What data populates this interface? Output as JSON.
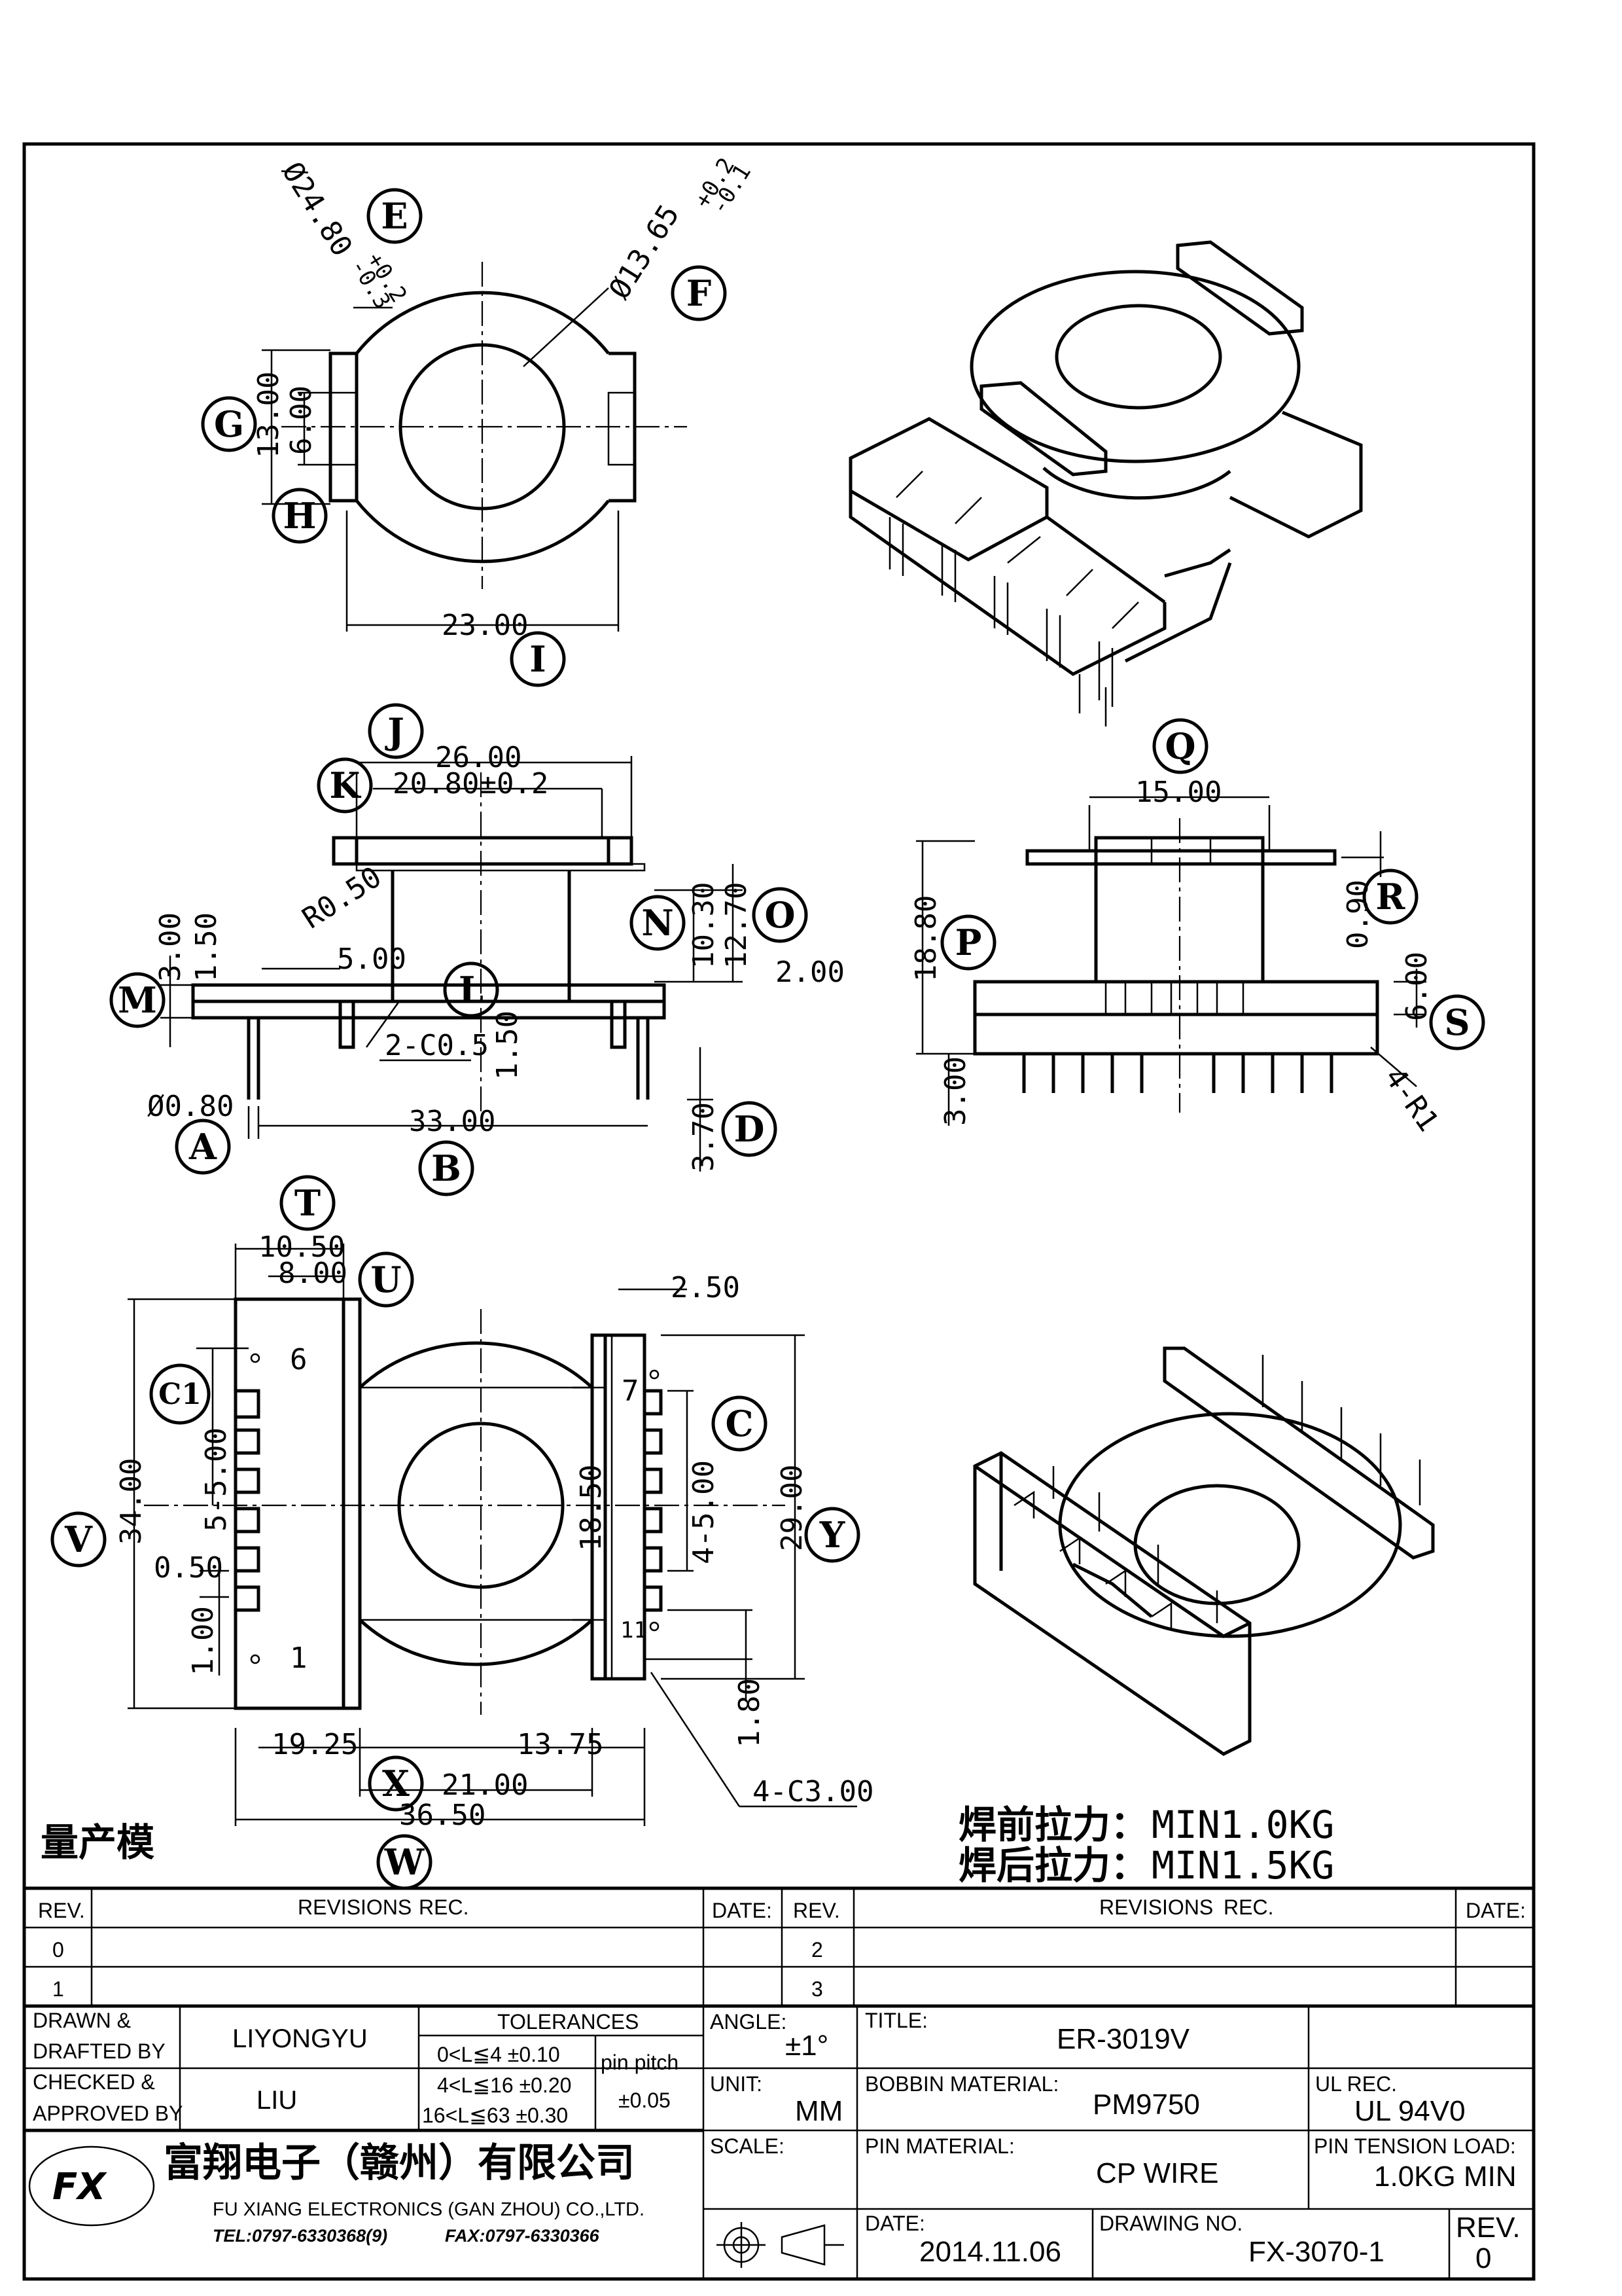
{
  "views": {
    "top": {
      "dims": [
        "Ø24.80",
        "+0.2",
        "-0.3",
        "Ø13.65",
        "+0.2",
        "-0.1",
        "13.00",
        "6.00",
        "23.00"
      ],
      "bubbles": [
        "E",
        "F",
        "G",
        "H",
        "I"
      ]
    },
    "front": {
      "dims": [
        "26.00",
        "20.80±0.2",
        "R0.50",
        "10.30",
        "12.70",
        "3.00",
        "1.50",
        "5.00",
        "2.00",
        "2-C0.5",
        "1.50",
        "Ø0.80",
        "33.00",
        "3.70"
      ],
      "bubbles": [
        "J",
        "K",
        "N",
        "O",
        "M",
        "L",
        "A",
        "B",
        "D"
      ]
    },
    "side": {
      "dims": [
        "15.00",
        "18.80",
        "0.90",
        "6.00",
        "3.00",
        "4-R1"
      ],
      "bubbles": [
        "Q",
        "P",
        "R",
        "S"
      ]
    },
    "bottom": {
      "dims": [
        "10.50",
        "8.00",
        "2.50",
        "34.00",
        "5-5.00",
        "0.50",
        "1.00",
        "18.50",
        "4-5.00",
        "29.00",
        "1.80",
        "19.25",
        "13.75",
        "21.00",
        "36.50",
        "4-C3.00"
      ],
      "pins": [
        "6",
        "1",
        "7",
        "11"
      ],
      "bubbles": [
        "T",
        "U",
        "C1",
        "C",
        "V",
        "Y",
        "X",
        "W"
      ]
    }
  },
  "notes": {
    "mass_production": "量产模",
    "pull_before_label": "焊前拉力：",
    "pull_before_value": "MIN1.0KG",
    "pull_after_label": "焊后拉力：",
    "pull_after_value": "MIN1.5KG"
  },
  "title_block": {
    "rev_header": "REV.",
    "revisions_header": "REVISIONS",
    "rec_header": "REC.",
    "date_header": "DATE:",
    "rev_rows": [
      "0",
      "1",
      "2",
      "3"
    ],
    "drawn_label_1": "DRAWN &",
    "drawn_label_2": "DRAFTED BY",
    "drawn_by": "LIYONGYU",
    "checked_label_1": "CHECKED &",
    "checked_label_2": "APPROVED BY",
    "checked_by": "LIU",
    "tolerances_header": "TOLERANCES",
    "tol_rows": [
      "0<L≦4   ±0.10",
      "4<L≦16  ±0.20",
      "16<L≦63  ±0.30"
    ],
    "pin_pitch_label": "pin pitch",
    "pin_pitch_value": "±0.05",
    "angle_label": "ANGLE:",
    "angle_value": "±1°",
    "unit_label": "UNIT:",
    "unit_value": "MM",
    "scale_label": "SCALE:",
    "title_label": "TITLE:",
    "title_value": "ER-3019V",
    "bobbin_material_label": "BOBBIN MATERIAL:",
    "bobbin_material_value": "PM9750",
    "ul_rec_label": "UL REC.",
    "ul_rec_value": "UL 94V0",
    "pin_material_label": "PIN MATERIAL:",
    "pin_material_value": "CP WIRE",
    "pin_tension_label": "PIN TENSION LOAD:",
    "pin_tension_value": "1.0KG MIN",
    "date_label": "DATE:",
    "date_value": "2014.11.06",
    "drawing_no_label": "DRAWING NO.",
    "drawing_no_value": "FX-3070-1",
    "rev_label": "REV.",
    "rev_value": "0",
    "company_cn": "富翔电子（赣州）有限公司",
    "company_en": "FU XIANG ELECTRONICS (GAN ZHOU) CO.,LTD.",
    "tel": "TEL:0797-6330368(9)",
    "fax": "FAX:0797-6330366"
  }
}
